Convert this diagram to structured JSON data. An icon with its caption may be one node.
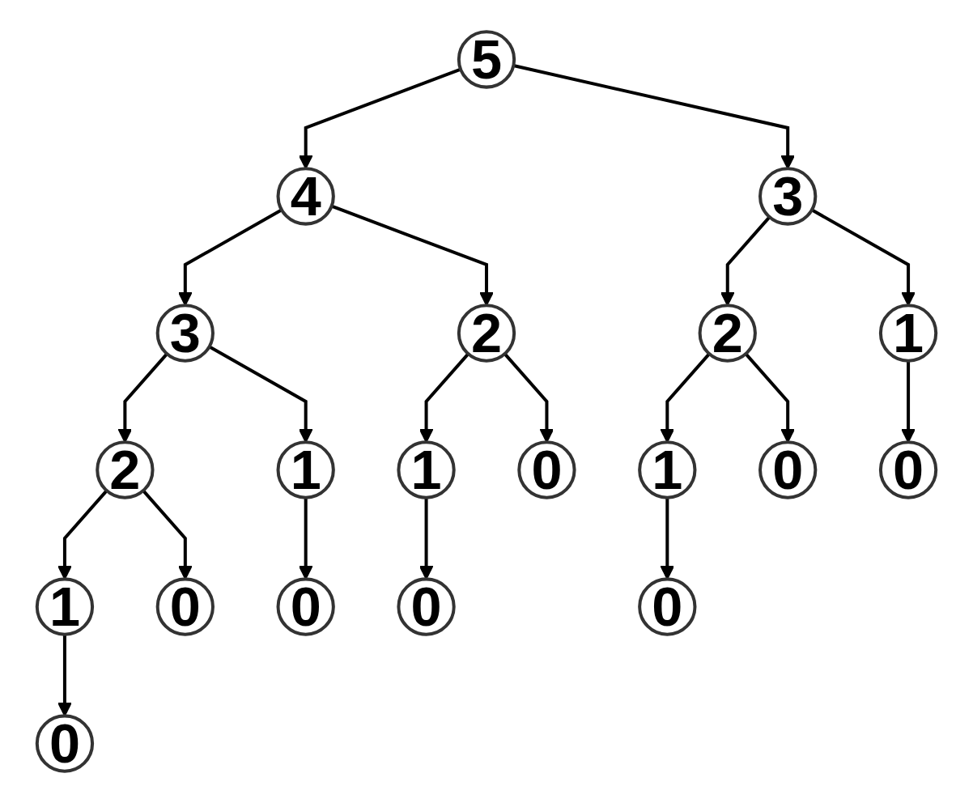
{
  "diagram": {
    "nodes": [
      {
        "text": [
          "5"
        ]
      },
      {
        "text": [
          "4"
        ]
      },
      {
        "text": [
          "3"
        ]
      },
      {
        "text": [
          "3"
        ]
      },
      {
        "text": [
          "2"
        ]
      },
      {
        "text": [
          "2"
        ]
      },
      {
        "text": [
          "1"
        ]
      },
      {
        "text": [
          "2"
        ]
      },
      {
        "text": [
          "1"
        ]
      },
      {
        "text": [
          "1"
        ]
      },
      {
        "text": [
          "0"
        ]
      },
      {
        "text": [
          "1"
        ]
      },
      {
        "text": [
          "0"
        ]
      },
      {
        "text": [
          "0"
        ]
      },
      {
        "text": [
          "1"
        ]
      },
      {
        "text": [
          "0"
        ]
      },
      {
        "text": [
          "0"
        ]
      },
      {
        "text": [
          "0"
        ]
      },
      {
        "text": [
          "0"
        ]
      },
      {
        "text": [
          "0"
        ]
      }
    ],
    "edges": [
      {
        "from": 0,
        "to": 1,
        "arrow": "to"
      },
      {
        "from": 0,
        "to": 2,
        "arrow": "to"
      },
      {
        "from": 1,
        "to": 3,
        "arrow": "to"
      },
      {
        "from": 1,
        "to": 4,
        "arrow": "to"
      },
      {
        "from": 2,
        "to": 5,
        "arrow": "to"
      },
      {
        "from": 2,
        "to": 6,
        "arrow": "to"
      },
      {
        "from": 3,
        "to": 7,
        "arrow": "to"
      },
      {
        "from": 3,
        "to": 8,
        "arrow": "to"
      },
      {
        "from": 4,
        "to": 9,
        "arrow": "to"
      },
      {
        "from": 4,
        "to": 10,
        "arrow": "to"
      },
      {
        "from": 5,
        "to": 11,
        "arrow": "to"
      },
      {
        "from": 5,
        "to": 12,
        "arrow": "to"
      },
      {
        "from": 6,
        "to": 13,
        "arrow": "to"
      },
      {
        "from": 7,
        "to": 14,
        "arrow": "to"
      },
      {
        "from": 7,
        "to": 15,
        "arrow": "to"
      },
      {
        "from": 8,
        "to": 16,
        "arrow": "to"
      },
      {
        "from": 9,
        "to": 17,
        "arrow": "to"
      },
      {
        "from": 11,
        "to": 18,
        "arrow": "to"
      },
      {
        "from": 14,
        "to": 19,
        "arrow": "to"
      }
    ]
  }
}
